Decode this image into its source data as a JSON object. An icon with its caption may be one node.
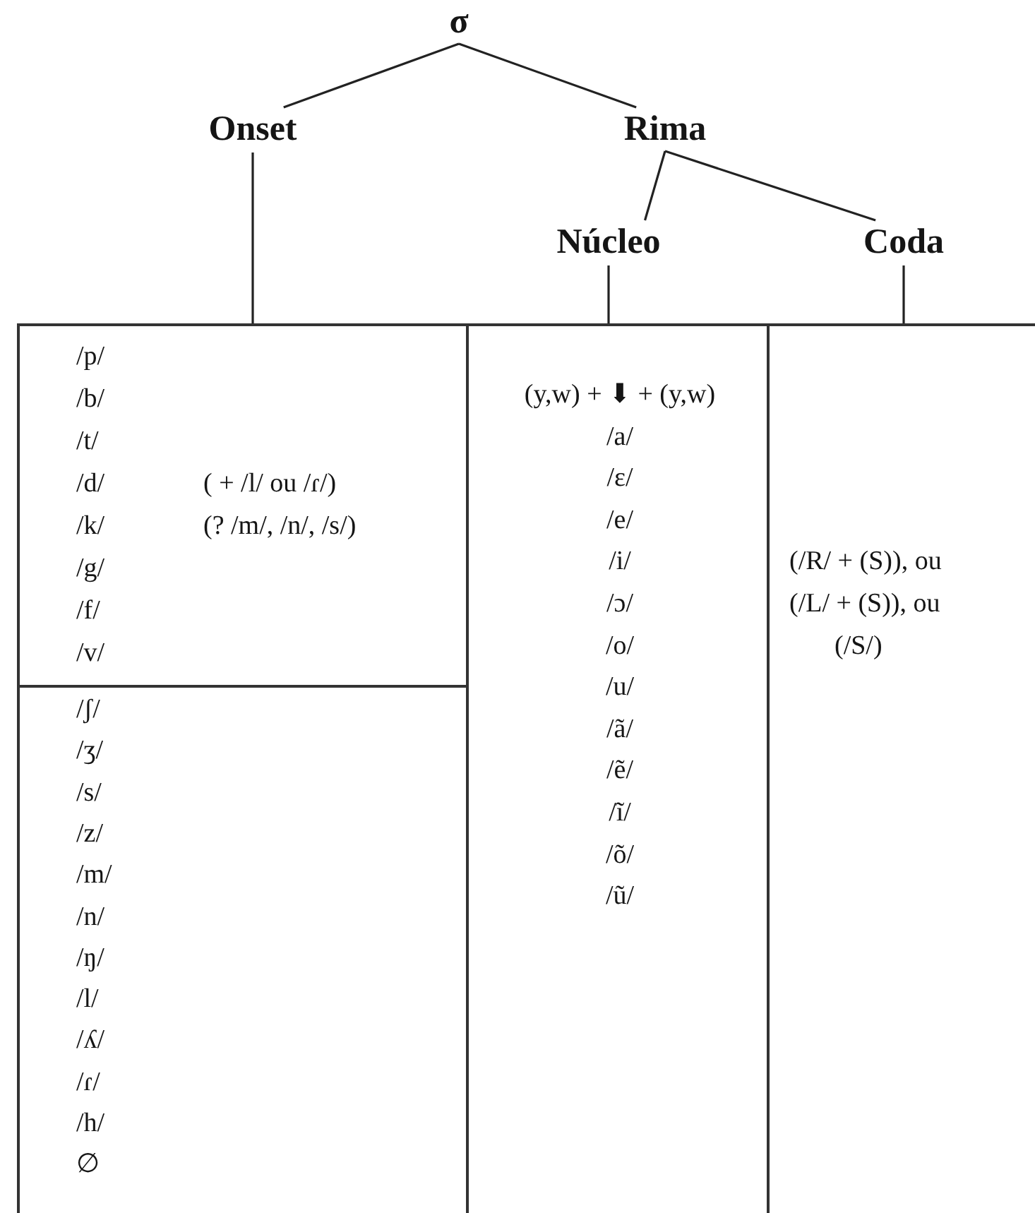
{
  "diagram": {
    "nodes": [
      {
        "text": [
          "σ"
        ]
      },
      {
        "text": [
          "Onset"
        ]
      },
      {
        "text": [
          "Rima"
        ]
      },
      {
        "text": [
          "Núcleo"
        ]
      },
      {
        "text": [
          "Coda"
        ]
      },
      {
        "text": [
          "/p/",
          "/b/",
          "/t/",
          "/d/",
          "/k/",
          "/g/",
          "/f/",
          "/v/",
          "( + /l/ ou /ɾ/)",
          "(? /m/, /n/, /s/)"
        ]
      },
      {
        "text": [
          "/ʃ/",
          "/ʒ/",
          "/s/",
          "/z/",
          "/m/",
          "/n/",
          "/ŋ/",
          "/l/",
          "/ʎ/",
          "/ɾ/",
          "/h/",
          "∅"
        ]
      },
      {
        "text": [
          "(y,w) + ⬇ + (y,w)",
          "/a/",
          "/ɛ/",
          "/e/",
          "/i/",
          "/ɔ/",
          "/o/",
          "/u/",
          "/ã/",
          "/ẽ/",
          "/ĩ/",
          "/õ/",
          "/ũ/"
        ]
      },
      {
        "text": [
          "(/R/ + (S)), ou",
          "(/L/ + (S)), ou",
          "(/S/)"
        ]
      }
    ],
    "edges": [
      {
        "from": 0,
        "to": 1,
        "arrow": "none"
      },
      {
        "from": 0,
        "to": 2,
        "arrow": "none"
      },
      {
        "from": 2,
        "to": 3,
        "arrow": "none"
      },
      {
        "from": 2,
        "to": 4,
        "arrow": "none"
      },
      {
        "from": 1,
        "to": 5,
        "arrow": "none"
      },
      {
        "from": 3,
        "to": 7,
        "arrow": "none"
      },
      {
        "from": 4,
        "to": 8,
        "arrow": "none"
      }
    ]
  }
}
